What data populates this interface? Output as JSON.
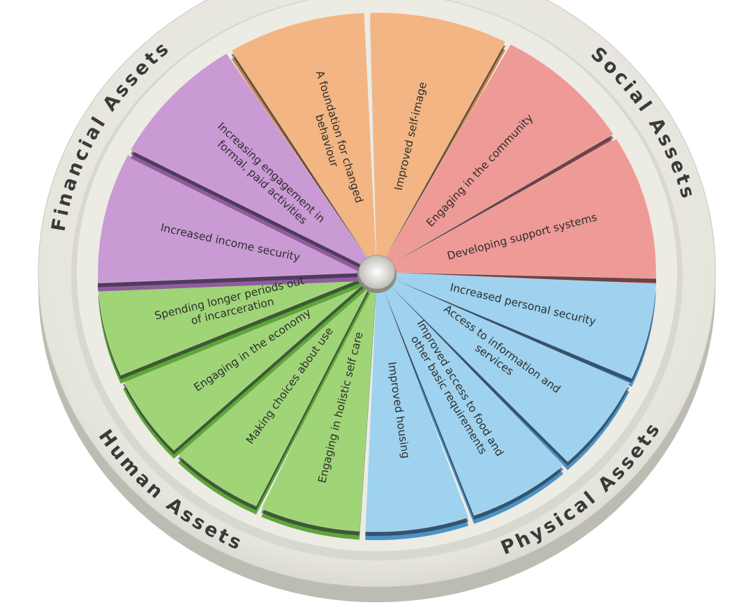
{
  "groups": [
    {
      "id": "personal",
      "title": "Personal Assets",
      "color": "#f2b583",
      "side": "#c98a55",
      "items": [
        "A foundation for changed behaviour",
        "Improved self-image"
      ]
    },
    {
      "id": "social",
      "title": "Social Assets",
      "color": "#ee9a96",
      "side": "#c96f6b",
      "items": [
        "Engaging in the community",
        "Developing support systems"
      ]
    },
    {
      "id": "physical",
      "title": "Physical Assets",
      "color": "#9ed2ee",
      "side": "#4c92c4",
      "items": [
        "Increased personal security",
        "Access to information and services",
        "Improved access to food and other basic requirements",
        "Improved housing"
      ]
    },
    {
      "id": "human",
      "title": "Human Assets",
      "color": "#9fd477",
      "side": "#5fa53b",
      "items": [
        "Spending longer periods out of incarceration",
        "Engaging in the economy",
        "Making choices about use",
        "Engaging in holistic self care"
      ]
    },
    {
      "id": "financial",
      "title": "Financial Assets",
      "color": "#c99ad3",
      "side": "#8f5c9d",
      "items": [
        "Increased income security",
        "Increasing engagement in formal, paid activities"
      ]
    }
  ]
}
